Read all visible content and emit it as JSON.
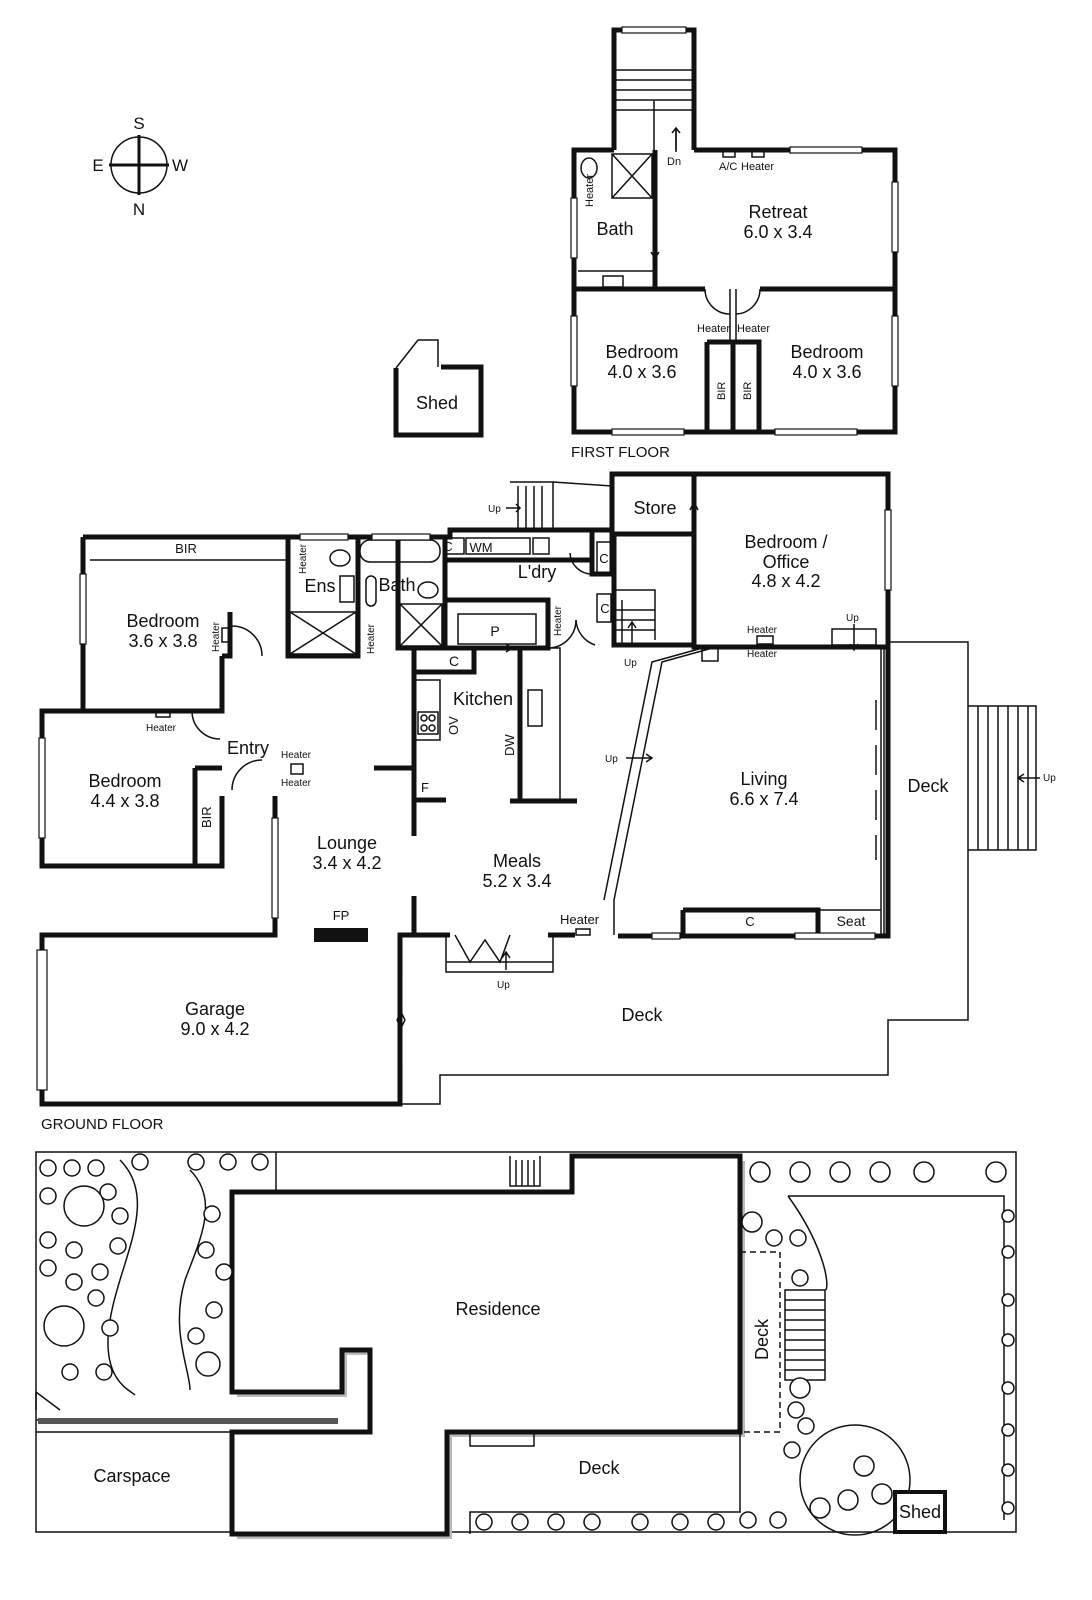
{
  "compass": {
    "s": "S",
    "e": "E",
    "w": "W",
    "n": "N"
  },
  "first_floor": {
    "label": "FIRST FLOOR",
    "retreat": {
      "name": "Retreat",
      "dim": "6.0 x 3.4"
    },
    "bath": "Bath",
    "bedroom_left": {
      "name": "Bedroom",
      "dim": "4.0 x 3.6"
    },
    "bedroom_right": {
      "name": "Bedroom",
      "dim": "4.0 x 3.6"
    },
    "bir": "BIR",
    "heater": "Heater",
    "ac": "A/C",
    "dn": "Dn"
  },
  "shed_top": "Shed",
  "ground_floor": {
    "label": "GROUND FLOOR",
    "bir": "BIR",
    "bedroom_1": {
      "name": "Bedroom",
      "dim": "3.6 x 3.8"
    },
    "bedroom_2": {
      "name": "Bedroom",
      "dim": "4.4 x 3.8"
    },
    "ens": "Ens",
    "bath": "Bath",
    "laundry": "L'dry",
    "store": "Store",
    "office": {
      "name": "Bedroom /",
      "name2": "Office",
      "dim": "4.8 x 4.2"
    },
    "kitchen": "Kitchen",
    "entry": "Entry",
    "lounge": {
      "name": "Lounge",
      "dim": "3.4 x 4.2"
    },
    "meals": {
      "name": "Meals",
      "dim": "5.2 x 3.4"
    },
    "living": {
      "name": "Living",
      "dim": "6.6 x 7.4"
    },
    "garage": {
      "name": "Garage",
      "dim": "9.0 x 4.2"
    },
    "deck": "Deck",
    "deck_right": "Deck",
    "fp": "FP",
    "seat": "Seat",
    "c": "C",
    "p": "P",
    "wm": "WM",
    "ov": "OV",
    "dw": "DW",
    "f": "F",
    "heater": "Heater",
    "up": "Up"
  },
  "site": {
    "residence": "Residence",
    "deck_bottom": "Deck",
    "deck_side": "Deck",
    "carspace": "Carspace",
    "shed": "Shed"
  }
}
